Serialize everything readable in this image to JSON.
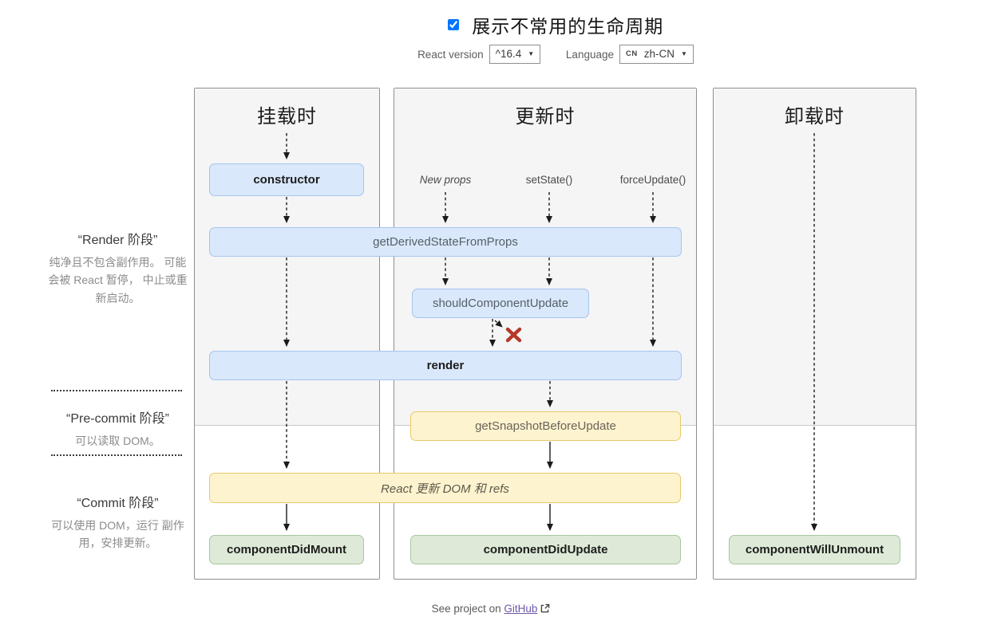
{
  "header": {
    "title": "展示不常用的生命周期",
    "checkbox_checked": true,
    "react_version": {
      "label": "React version",
      "value": "^16.4"
    },
    "language": {
      "label": "Language",
      "flag": "CN",
      "value": "zh-CN"
    }
  },
  "icons": {
    "dropdown": "▼"
  },
  "columns": {
    "mount": {
      "title": "挂载时"
    },
    "update": {
      "title": "更新时"
    },
    "unmount": {
      "title": "卸载时"
    }
  },
  "phase_labels": {
    "render": {
      "name": "“Render 阶段”",
      "desc": "纯净且不包含副作用。 可能会被 React 暂停， 中止或重新启动。"
    },
    "pre_commit": {
      "name": "“Pre-commit 阶段”",
      "desc": "可以读取 DOM。"
    },
    "commit": {
      "name": "“Commit 阶段”",
      "desc": "可以使用 DOM，运行 副作用，安排更新。"
    }
  },
  "triggers": {
    "new_props": "New props",
    "set_state": "setState()",
    "force_update": "forceUpdate()"
  },
  "methods": {
    "ctor": "constructor",
    "get_derived_state_from_props": "getDerivedStateFromProps",
    "should_component_update": "shouldComponentUpdate",
    "render": "render",
    "get_snapshot_before_update": "getSnapshotBeforeUpdate",
    "react_updates_dom": "React 更新 DOM 和 refs",
    "component_did_mount": "componentDidMount",
    "component_did_update": "componentDidUpdate",
    "component_will_unmount": "componentWillUnmount"
  },
  "footer": {
    "text": "See project on",
    "link_label": "GitHub"
  },
  "colors": {
    "blue_fill": "#d9e8fa",
    "blue_border": "#a6c5ee",
    "yellow_fill": "#fdf3cf",
    "yellow_border": "#e8c96a",
    "green_fill": "#deead7",
    "green_border": "#a9c6a0",
    "gray_phase_bg": "#f5f5f6",
    "false_mark": "#b5382a",
    "link": "#6f58a8"
  }
}
